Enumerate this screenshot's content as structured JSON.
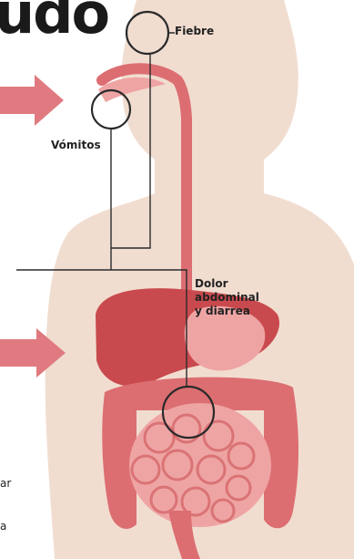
{
  "title_fragment": "udo",
  "labels": {
    "fever": "Fiebre",
    "vomiting": "Vómitos",
    "abdominal_pain": [
      "Dolor",
      "abdominal",
      "y diarrea"
    ]
  },
  "side_text": [
    "ar",
    "a"
  ],
  "colors": {
    "skin": "#f1ddd0",
    "arrow": "#e07a80",
    "organ_dark": "#c94a4e",
    "organ_mid": "#dc6e72",
    "organ_light": "#efa4a4",
    "line": "#2a2a2a"
  }
}
